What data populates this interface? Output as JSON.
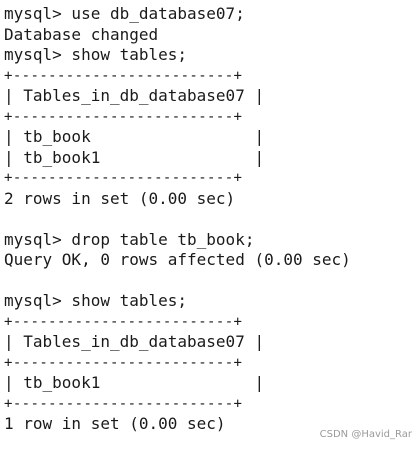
{
  "lines": [
    {
      "text": "mysql> use db_database07;"
    },
    {
      "text": "Database changed"
    },
    {
      "text": "mysql> show tables;"
    },
    {
      "text": "+-------------------------+"
    },
    {
      "text": "| Tables_in_db_database07 |"
    },
    {
      "text": "+-------------------------+"
    },
    {
      "text": "| tb_book                 |"
    },
    {
      "text": "| tb_book1                |"
    },
    {
      "text": "+-------------------------+"
    },
    {
      "text": "2 rows in set (0.00 sec)"
    },
    {
      "text": ""
    },
    {
      "text": "mysql> drop table tb_book;"
    },
    {
      "text": "Query OK, 0 rows affected (0.00 sec)"
    },
    {
      "text": ""
    },
    {
      "text": "mysql> show tables;"
    },
    {
      "text": "+-------------------------+"
    },
    {
      "text": "| Tables_in_db_database07 |"
    },
    {
      "text": "+-------------------------+"
    },
    {
      "text": "| tb_book1                |"
    },
    {
      "text": "+-------------------------+"
    },
    {
      "text": "1 row in set (0.00 sec)"
    }
  ],
  "watermark": "CSDN @Havid_Rar"
}
